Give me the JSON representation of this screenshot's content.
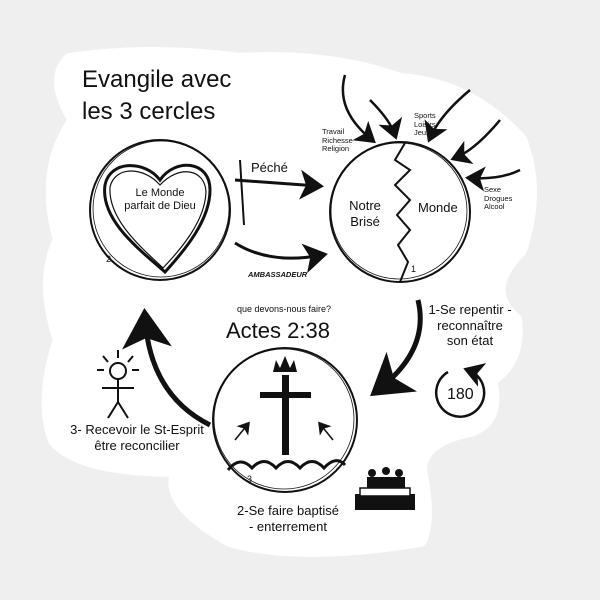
{
  "title": "Evangile avec\nles 3 cercles",
  "circle1": {
    "heart_text": "Le Monde\nparfait de Dieu",
    "number": "2"
  },
  "circle2": {
    "left_word": "Notre\nBrisé",
    "right_word": "Monde",
    "number": "1",
    "influences": {
      "top_left": "Travail\nRichesse\nReligion",
      "top_right": "Sports\nLoisirs\nJeux",
      "right": "Sexe\nDrogues\nAlcool"
    }
  },
  "circle3": {
    "number": "3"
  },
  "arrows": {
    "sin_label": "Péché",
    "ambassador_label": "AMBASSADEUR"
  },
  "question": "que devons-nous faire?",
  "verse": "Actes 2:38",
  "steps": {
    "step1": "1-Se repentir -\nreconnaître\nson état",
    "step2": "2-Se faire baptisé\n- enterrement",
    "step3": "3- Recevoir le St-Esprit\nêtre reconcilier"
  },
  "turn_icon_value": "180",
  "colors": {
    "ink": "#111111",
    "paper": "#ffffff",
    "background": "#efefef"
  }
}
